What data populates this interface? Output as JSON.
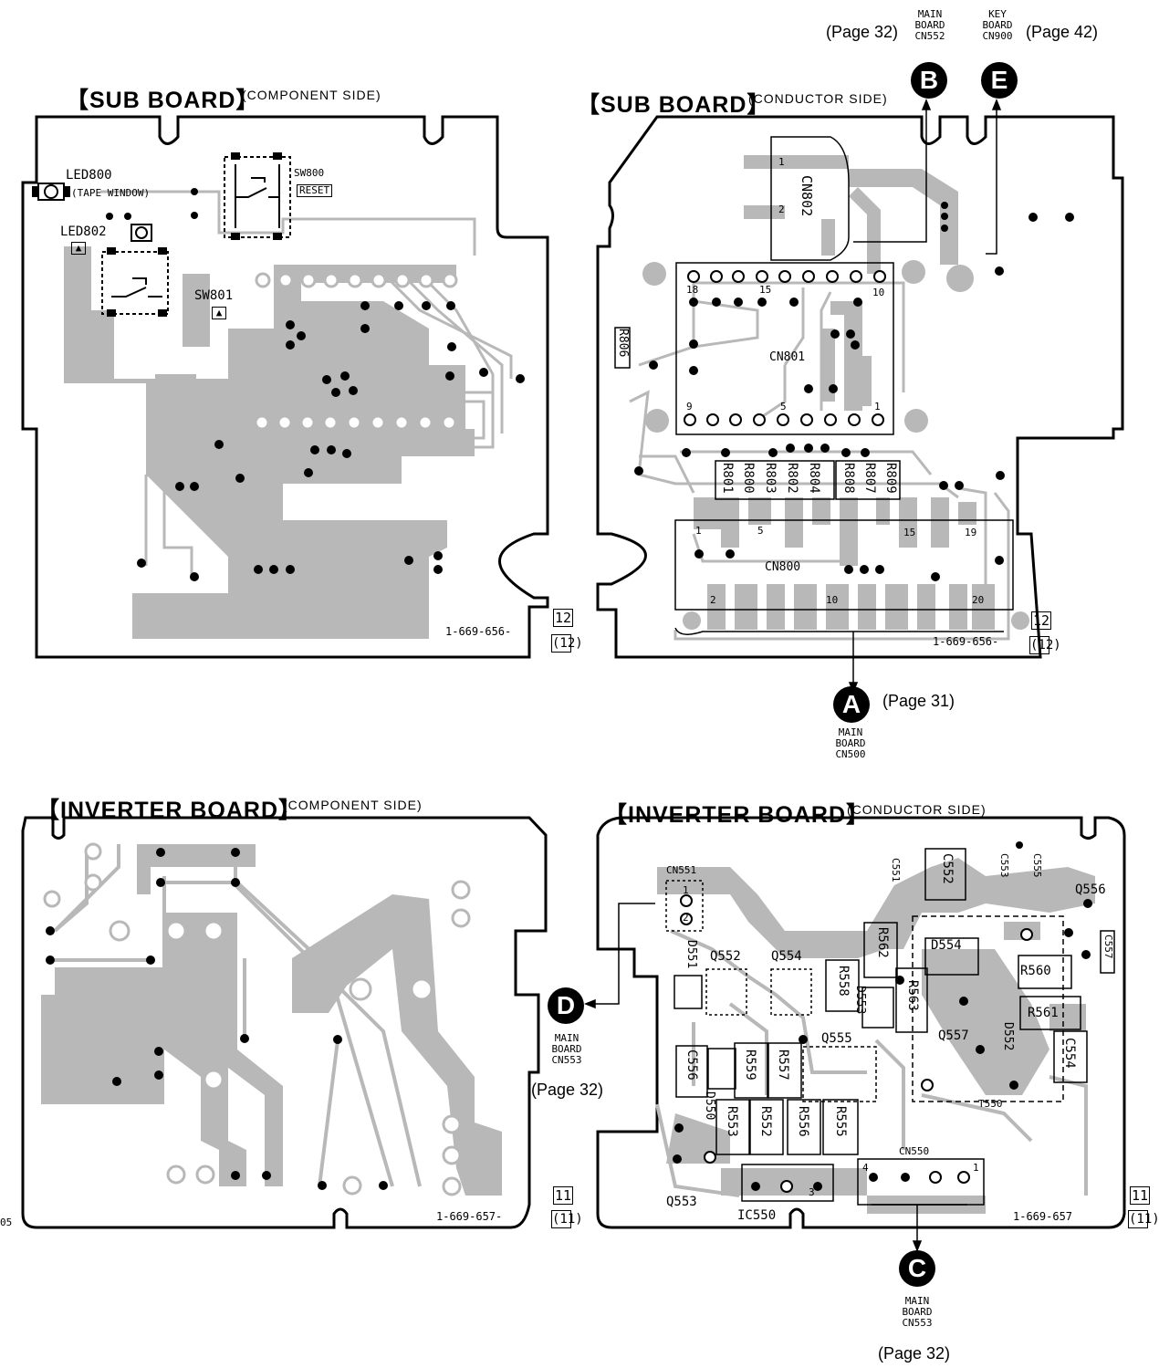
{
  "sub_board": {
    "title": "【SUB  BOARD】",
    "component_side": "(COMPONENT  SIDE)",
    "conductor_side": "(CONDUCTOR  SIDE)",
    "part_number": "1-669-656-",
    "page_marks": [
      "12",
      "(12)"
    ],
    "component_labels": {
      "led800": "LED800",
      "tape_window": "(TAPE WINDOW)",
      "led802": "LED802",
      "sw800": "SW800",
      "reset": "RESET",
      "sw801": "SW801"
    },
    "conductor_labels": {
      "cn802": "CN802",
      "cn801": "CN801",
      "cn800": "CN800",
      "r806": "R806",
      "resistors": [
        "R801",
        "R800",
        "R803",
        "R802",
        "R804",
        "R808",
        "R807",
        "R809"
      ],
      "cn801_pins": [
        "18",
        "15",
        "10",
        "9",
        "5",
        "1"
      ],
      "cn800_pins_top": [
        "1",
        "5",
        "15",
        "19"
      ],
      "cn800_pins_bottom": [
        "2",
        "10",
        "20"
      ],
      "cn802_pins": [
        "1",
        "2"
      ]
    }
  },
  "inverter_board": {
    "title": "【INVERTER  BOARD】",
    "component_side": "(COMPONENT  SIDE)",
    "conductor_side": "(CONDUCTOR  SIDE)",
    "part_number": "1-669-657-",
    "part_number_right": "1-669-657",
    "page_marks": [
      "11",
      "(11)"
    ],
    "left_edge_mark": "05",
    "labels": {
      "cn551": "CN551",
      "d551": "D551",
      "q552": "Q552",
      "q554": "Q554",
      "r558": "R558",
      "d553": "D553",
      "r562": "R562",
      "r563": "R563",
      "c551": "C551",
      "c552": "C552",
      "c553": "C553",
      "c555": "C555",
      "q556": "Q556",
      "c557": "C557",
      "d554": "D554",
      "r560": "R560",
      "r561": "R561",
      "q557": "Q557",
      "d552": "D552",
      "c554": "C554",
      "c556": "C556",
      "r559": "R559",
      "r557": "R557",
      "q555": "Q555",
      "d550": "D550",
      "r553": "R553",
      "r552": "R552",
      "r556": "R556",
      "r555": "R555",
      "t550": "T550",
      "cn550": "CN550",
      "q553": "Q553",
      "ic550": "IC550",
      "cn551_pins": [
        "1",
        "2"
      ],
      "cn550_pins": [
        "4",
        "1"
      ],
      "ic550_pin": "3"
    }
  },
  "connectors": {
    "B": {
      "letter": "B",
      "line1": "MAIN",
      "line2": "BOARD",
      "line3": "CN552",
      "page": "(Page 32)"
    },
    "E": {
      "letter": "E",
      "line1": "KEY",
      "line2": "BOARD",
      "line3": "CN900",
      "page": "(Page 42)"
    },
    "A": {
      "letter": "A",
      "line1": "MAIN",
      "line2": "BOARD",
      "line3": "CN500",
      "page": "(Page 31)"
    },
    "D": {
      "letter": "D",
      "line1": "MAIN",
      "line2": "BOARD",
      "line3": "CN553",
      "page": "(Page 32)"
    },
    "C": {
      "letter": "C",
      "line1": "MAIN",
      "line2": "BOARD",
      "line3": "CN553",
      "page": "(Page 32)"
    }
  },
  "colors": {
    "trace": "#b8b8b8",
    "outline": "#000000",
    "pad": "#000000"
  }
}
